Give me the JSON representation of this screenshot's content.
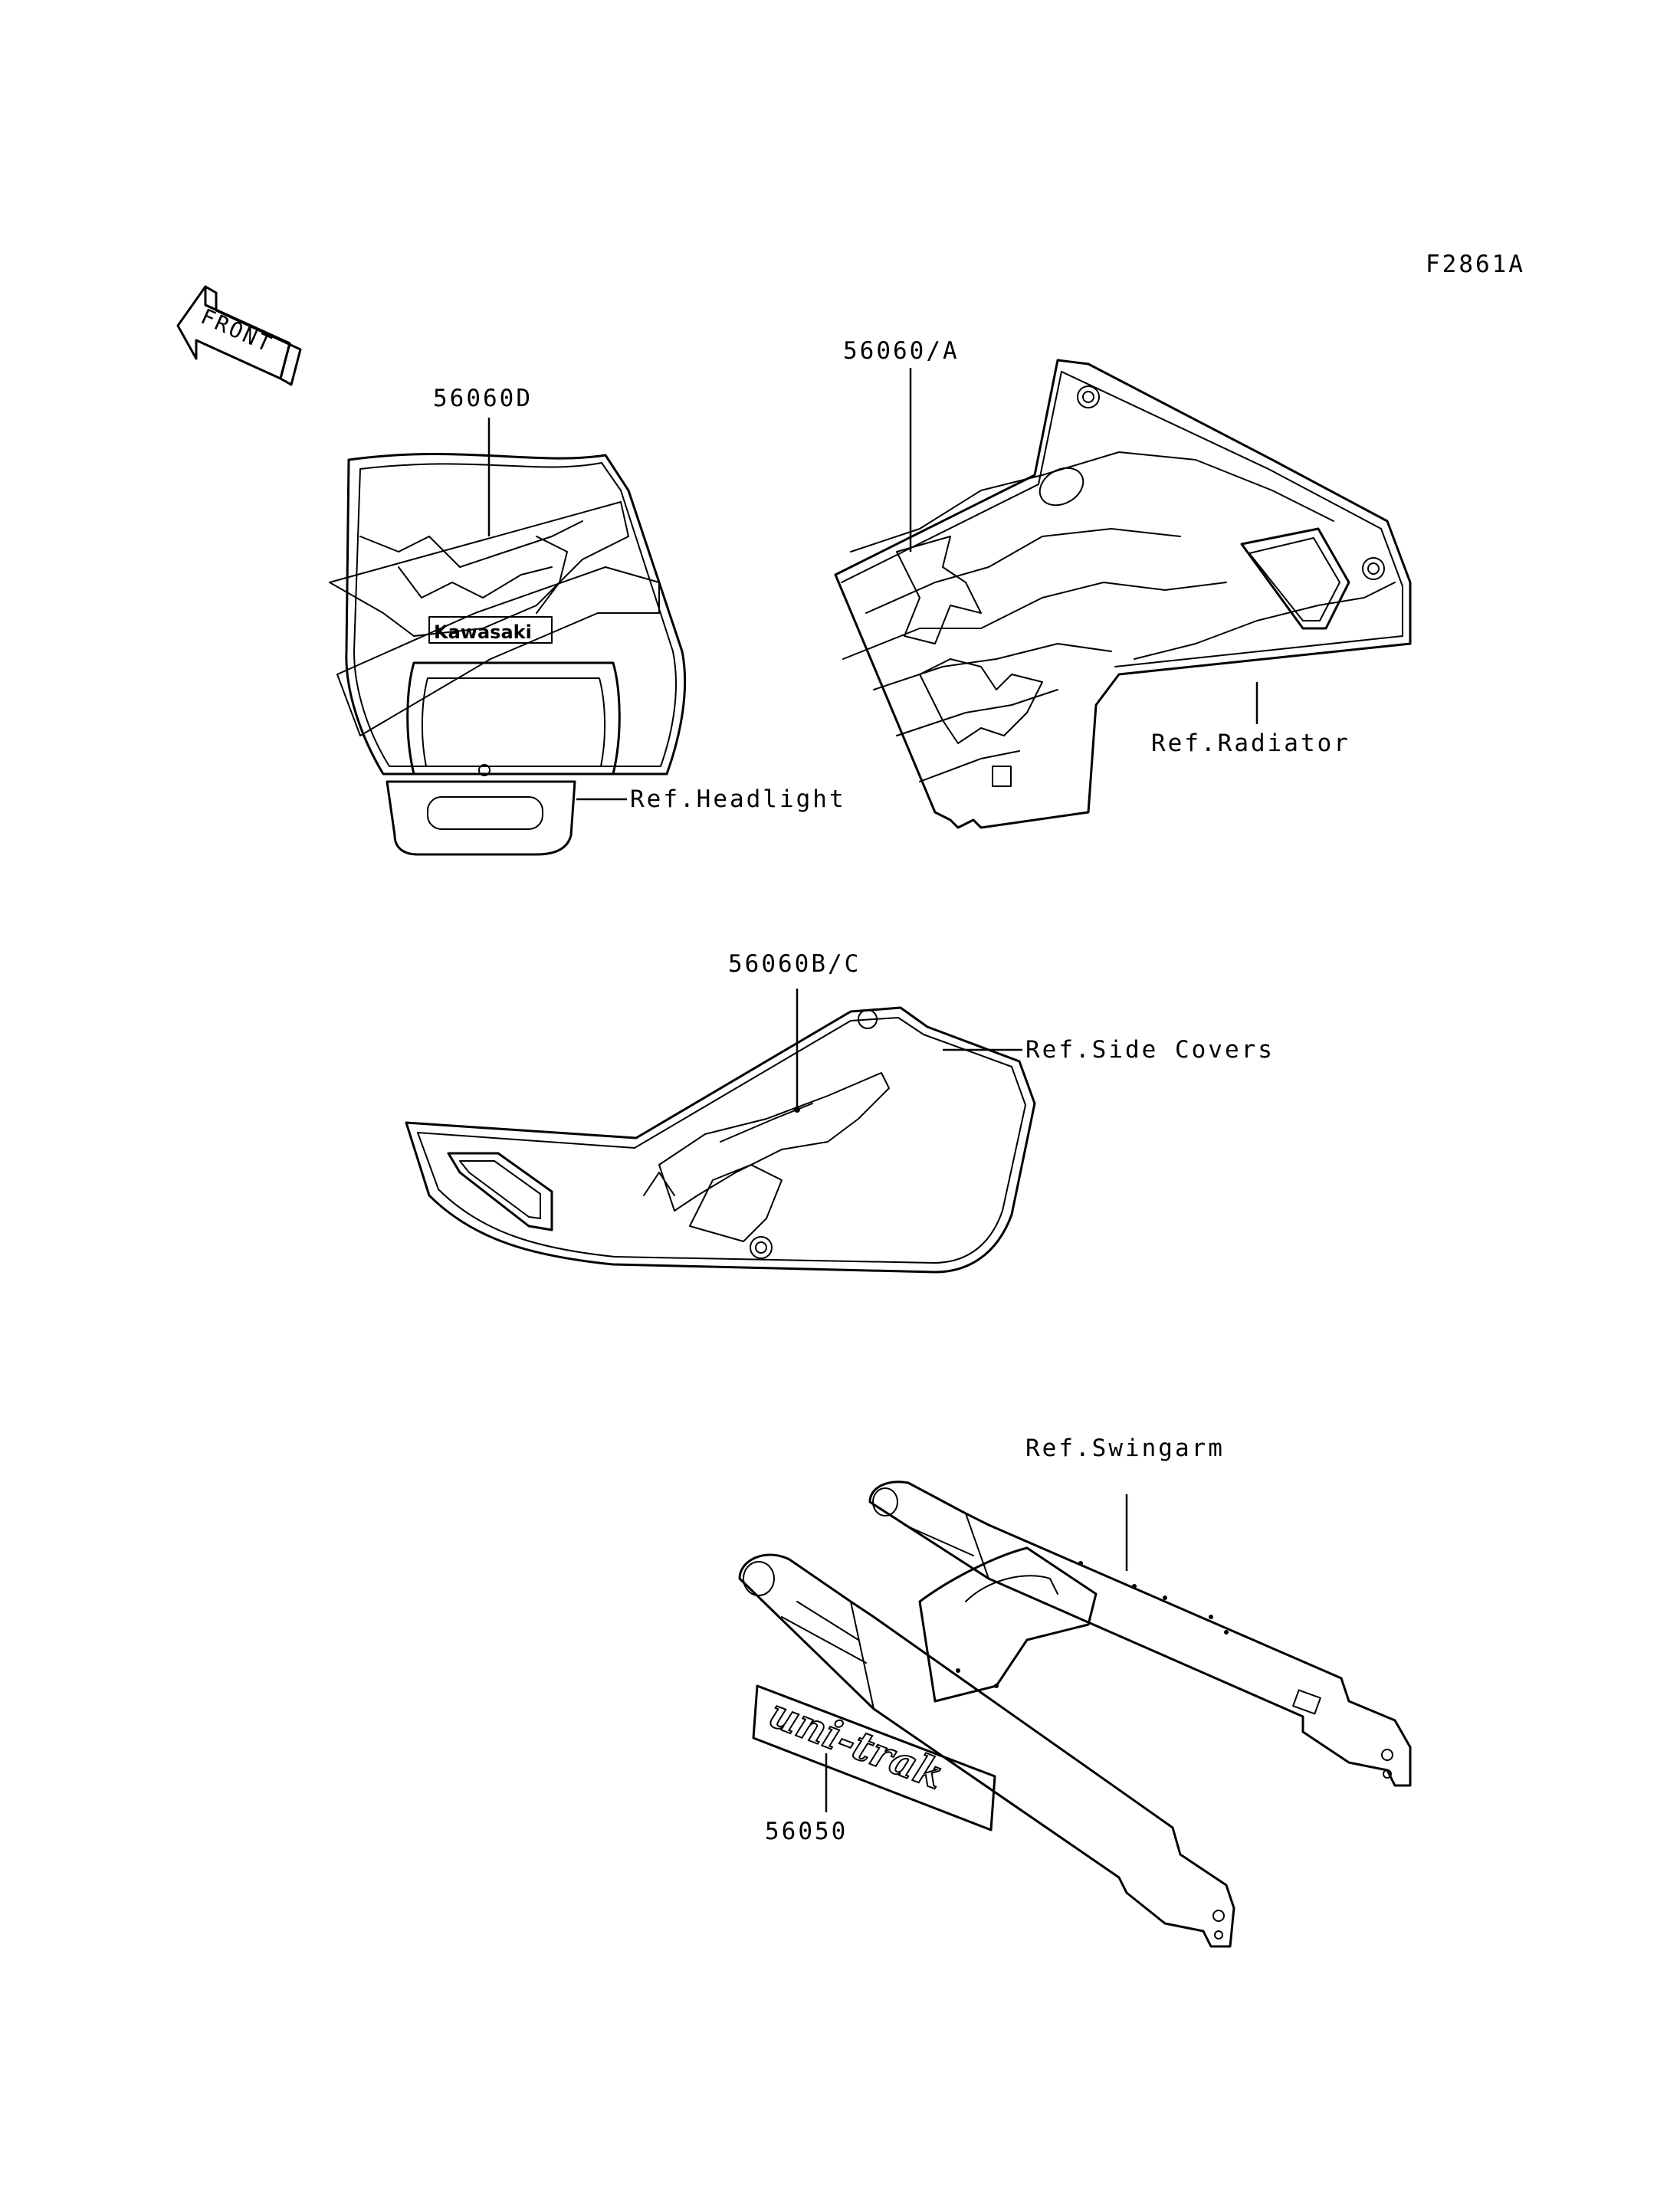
{
  "figure_id": "F2861A",
  "front_arrow_label": "FRONT",
  "labels": {
    "headlight_part": "56060D",
    "headlight_ref": "Ref.Headlight",
    "radiator_part": "56060/A",
    "radiator_ref": "Ref.Radiator",
    "sidecover_part": "56060B/C",
    "sidecover_ref": "Ref.Side Covers",
    "swingarm_ref": "Ref.Swingarm",
    "swingarm_part": "56050"
  },
  "decal_text": {
    "kawasaki": "Kawasaki",
    "unitrak": "uni-trak"
  }
}
